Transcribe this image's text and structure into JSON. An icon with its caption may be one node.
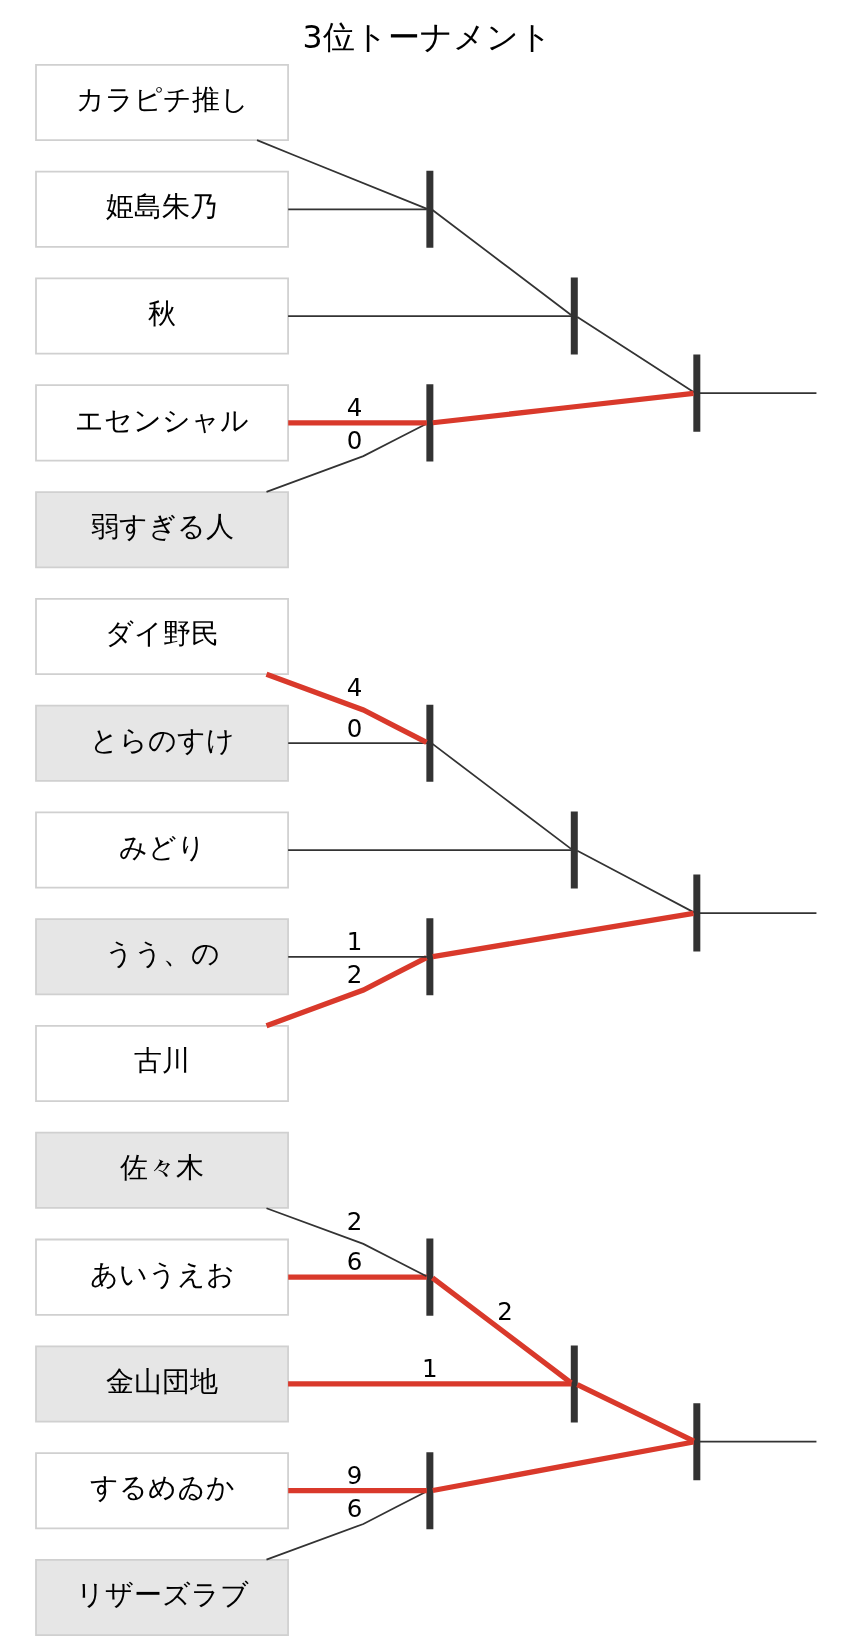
{
  "diagram": {
    "title": "3位トーナメント",
    "nodes": [
      {
        "text": [
          "金山団地"
        ]
      },
      {
        "text": [
          "あいうえお"
        ]
      },
      {
        "text": [
          "佐々木"
        ]
      },
      {
        "text": [
          "リザーズラブ"
        ]
      },
      {
        "text": [
          "するめゐか"
        ]
      },
      {
        "text": [
          "みどり"
        ]
      },
      {
        "text": [
          "とらのすけ"
        ]
      },
      {
        "text": [
          "ダイ野民"
        ]
      },
      {
        "text": [
          "古川"
        ]
      },
      {
        "text": [
          "うう、の"
        ]
      },
      {
        "text": [
          "秋"
        ]
      },
      {
        "text": [
          "姫島朱乃"
        ]
      },
      {
        "text": [
          "カラピチ推し"
        ]
      },
      {
        "text": [
          "弱すぎる人"
        ]
      },
      {
        "text": [
          "エセンシャル"
        ]
      },
      {
        "text": [],
        "shape": "bar"
      },
      {
        "text": [],
        "shape": "bar"
      },
      {
        "text": [],
        "shape": "bar"
      },
      {
        "text": [],
        "shape": "bar"
      },
      {
        "text": [],
        "shape": "bar"
      },
      {
        "text": [],
        "shape": "bar"
      },
      {
        "text": [],
        "shape": "bar"
      },
      {
        "text": [],
        "shape": "bar"
      },
      {
        "text": [],
        "shape": "bar"
      },
      {
        "text": [],
        "shape": "bar"
      },
      {
        "text": [],
        "shape": "bar"
      },
      {
        "text": [],
        "shape": "bar"
      }
    ],
    "edges": [
      {
        "from": 1,
        "to": 15,
        "arrow": "none",
        "label": "6",
        "style": "thick",
        "color": "#d9392b"
      },
      {
        "from": 2,
        "to": 15,
        "arrow": "none",
        "label": "2"
      },
      {
        "from": 0,
        "to": 16,
        "arrow": "none",
        "label": "1",
        "style": "thick",
        "color": "#d9392b"
      },
      {
        "from": 15,
        "to": 16,
        "arrow": "none",
        "label": "2",
        "style": "thick",
        "color": "#d9392b"
      },
      {
        "from": 3,
        "to": 17,
        "arrow": "none",
        "label": "6"
      },
      {
        "from": 4,
        "to": 17,
        "arrow": "none",
        "label": "9",
        "style": "thick",
        "color": "#d9392b"
      },
      {
        "from": 16,
        "to": 18,
        "arrow": "none",
        "style": "thick",
        "color": "#d9392b"
      },
      {
        "from": 17,
        "to": 18,
        "arrow": "none",
        "style": "thick",
        "color": "#d9392b"
      },
      {
        "from": 18,
        "to": null,
        "arrow": "none"
      },
      {
        "from": 6,
        "to": 19,
        "arrow": "none",
        "label": "0"
      },
      {
        "from": 7,
        "to": 19,
        "arrow": "none",
        "label": "4",
        "style": "thick",
        "color": "#d9392b"
      },
      {
        "from": 5,
        "to": 20,
        "arrow": "none"
      },
      {
        "from": 19,
        "to": 20,
        "arrow": "none"
      },
      {
        "from": 8,
        "to": 21,
        "arrow": "none",
        "label": "2",
        "style": "thick",
        "color": "#d9392b"
      },
      {
        "from": 9,
        "to": 21,
        "arrow": "none",
        "label": "1"
      },
      {
        "from": 20,
        "to": 22,
        "arrow": "none"
      },
      {
        "from": 21,
        "to": 22,
        "arrow": "none",
        "style": "thick",
        "color": "#d9392b"
      },
      {
        "from": 22,
        "to": null,
        "arrow": "none"
      },
      {
        "from": 11,
        "to": 23,
        "arrow": "none"
      },
      {
        "from": 12,
        "to": 23,
        "arrow": "none"
      },
      {
        "from": 10,
        "to": 24,
        "arrow": "none"
      },
      {
        "from": 23,
        "to": 24,
        "arrow": "none"
      },
      {
        "from": 13,
        "to": 25,
        "arrow": "none",
        "label": "0"
      },
      {
        "from": 14,
        "to": 25,
        "arrow": "none",
        "label": "4",
        "style": "thick",
        "color": "#d9392b"
      },
      {
        "from": 24,
        "to": 26,
        "arrow": "none"
      },
      {
        "from": 25,
        "to": 26,
        "arrow": "none",
        "style": "thick",
        "color": "#d9392b"
      },
      {
        "from": 26,
        "to": null,
        "arrow": "none"
      }
    ]
  }
}
